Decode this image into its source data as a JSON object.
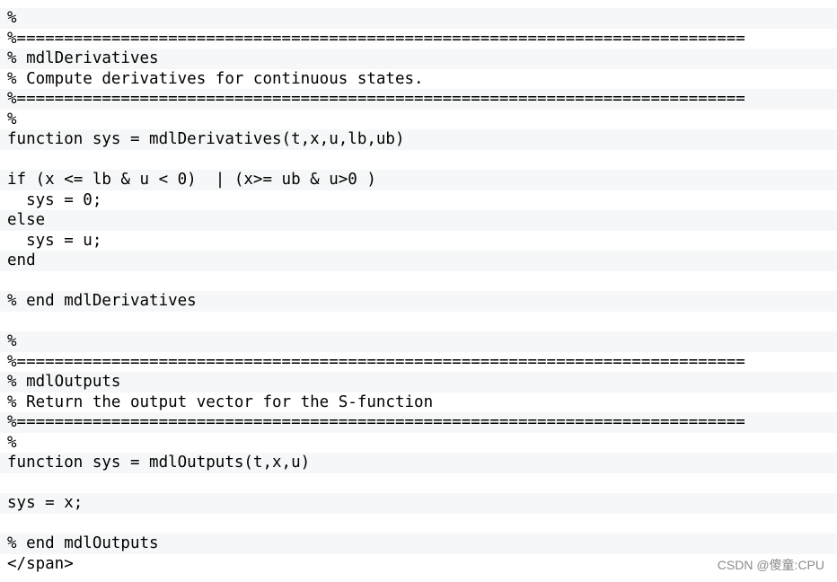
{
  "code_lines": [
    {
      "text": "%",
      "shade": true
    },
    {
      "text": "%=============================================================================",
      "shade": false
    },
    {
      "text": "% mdlDerivatives",
      "shade": true
    },
    {
      "text": "% Compute derivatives for continuous states.",
      "shade": false
    },
    {
      "text": "%=============================================================================",
      "shade": true
    },
    {
      "text": "%",
      "shade": false
    },
    {
      "text": "function sys = mdlDerivatives(t,x,u,lb,ub)",
      "shade": true
    },
    {
      "text": "",
      "shade": false
    },
    {
      "text": "if (x <= lb & u < 0)  | (x>= ub & u>0 )",
      "shade": true
    },
    {
      "text": "  sys = 0;",
      "shade": false
    },
    {
      "text": "else",
      "shade": true
    },
    {
      "text": "  sys = u;",
      "shade": false
    },
    {
      "text": "end",
      "shade": true
    },
    {
      "text": "",
      "shade": false
    },
    {
      "text": "% end mdlDerivatives",
      "shade": true
    },
    {
      "text": "",
      "shade": false
    },
    {
      "text": "%",
      "shade": true
    },
    {
      "text": "%=============================================================================",
      "shade": false
    },
    {
      "text": "% mdlOutputs",
      "shade": true
    },
    {
      "text": "% Return the output vector for the S-function",
      "shade": false
    },
    {
      "text": "%=============================================================================",
      "shade": true
    },
    {
      "text": "%",
      "shade": false
    },
    {
      "text": "function sys = mdlOutputs(t,x,u)",
      "shade": true
    },
    {
      "text": "",
      "shade": false
    },
    {
      "text": "sys = x;",
      "shade": true
    },
    {
      "text": "",
      "shade": false
    },
    {
      "text": "% end mdlOutputs",
      "shade": true
    },
    {
      "text": "</span>",
      "shade": false
    }
  ],
  "watermark": "CSDN @傻童:CPU"
}
